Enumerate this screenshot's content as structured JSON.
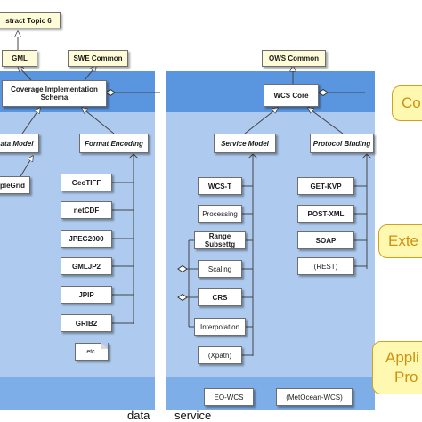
{
  "uml": {
    "abstract_topic": "stract Topic 6",
    "gml": "GML",
    "swe_common": "SWE Common",
    "ows_common": "OWS Common"
  },
  "left_band": {
    "coverage_schema": "Coverage Implementation Schema"
  },
  "right_band": {
    "wcs_core": "WCS Core"
  },
  "left_panel": {
    "data_model": "ata Model",
    "format_encoding": "Format Encoding",
    "grid_item": "pleGrid",
    "formats": [
      "GeoTIFF",
      "netCDF",
      "JPEG2000",
      "GMLJP2",
      "JPIP",
      "GRIB2"
    ],
    "etc": "etc."
  },
  "right_panel": {
    "service_model": "Service Model",
    "protocol_binding": "Protocol Binding",
    "services": [
      "WCS-T",
      "Processing",
      "Range Subsettg",
      "Scaling",
      "CRS",
      "Interpolation",
      "(Xpath)"
    ],
    "bindings": [
      "GET-KVP",
      "POST-XML",
      "SOAP",
      "(REST)"
    ]
  },
  "application": {
    "items": [
      "EO-WCS",
      "(MetOcean-WCS)"
    ]
  },
  "notes": {
    "core": "Co",
    "extensions": "Exte",
    "application_line1": "Appli",
    "application_line2": "Pro"
  },
  "captions": {
    "data": "data",
    "service": "service"
  }
}
